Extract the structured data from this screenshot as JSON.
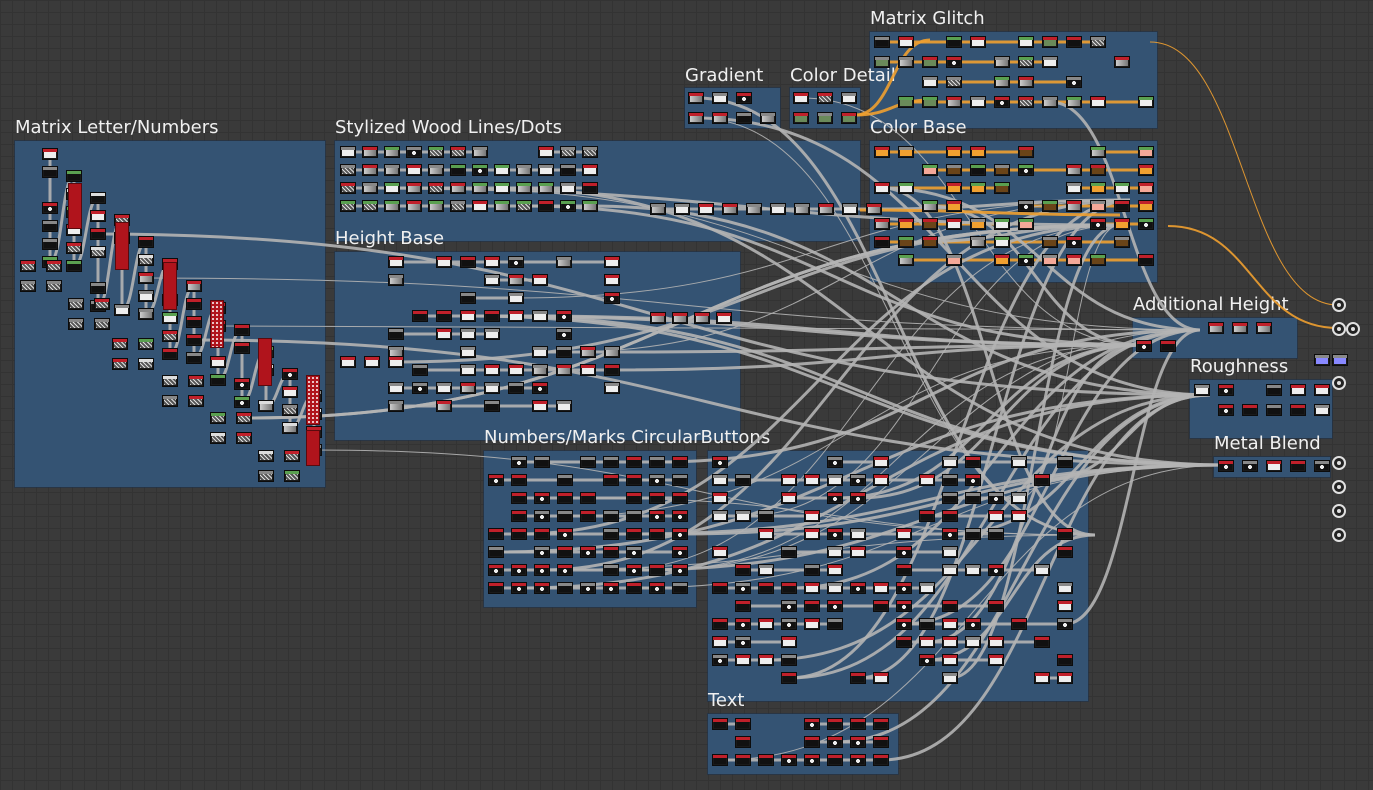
{
  "window": {
    "background": "#3a3a3a",
    "frame_color": "#345678",
    "wire_color": "#b4b4b4",
    "active_wire_color": "#f0a030",
    "title_color": "#f0f0f0"
  },
  "frames": [
    {
      "title": "Matrix Letter/Numbers"
    },
    {
      "title": "Stylized Wood Lines/Dots"
    },
    {
      "title": "Height Base"
    },
    {
      "title": "Gradient"
    },
    {
      "title": "Color Detail"
    },
    {
      "title": "Matrix Glitch"
    },
    {
      "title": "Color Base"
    },
    {
      "title": "Additional Height"
    },
    {
      "title": "Roughness"
    },
    {
      "title": "Metal Blend"
    },
    {
      "title": "Numbers/Marks CircularButtons"
    },
    {
      "title": "Text"
    }
  ],
  "node_thumbnails": {
    "black": "#111111",
    "white": "#eeeeee",
    "grey": "#9a9a9a",
    "noise": "#7a7a7a",
    "brown": "#6a4418",
    "red": "#b0141c",
    "orange": "#f0a030",
    "pink": "#f4a898",
    "purple": "#8888ff",
    "green": "#6a8a5a"
  },
  "header_bars": {
    "red": "#c0202a",
    "grey": "#888888",
    "green": "#5aa050",
    "white": "#dddddd"
  },
  "icons": {
    "output": "output-node-icon"
  }
}
